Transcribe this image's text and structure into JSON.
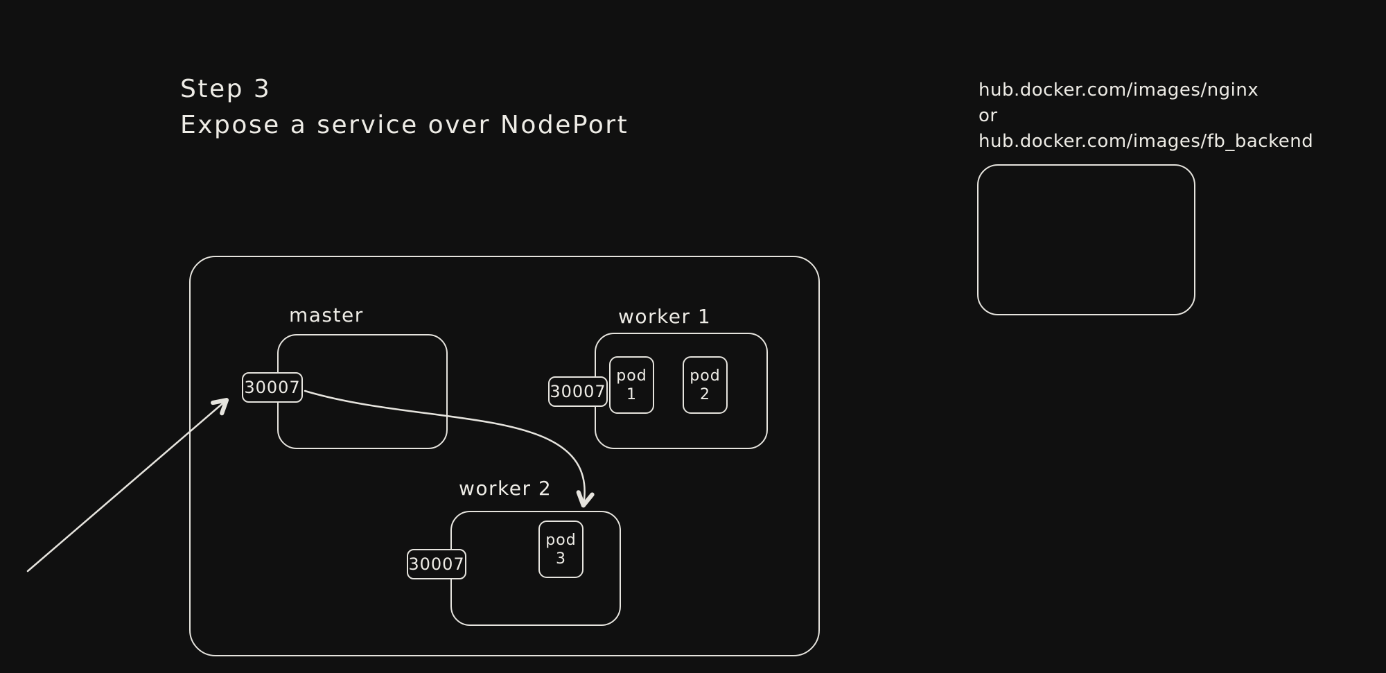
{
  "colors": {
    "background": "#101010",
    "stroke": "#e6e4de",
    "text": "#eeece6"
  },
  "title": {
    "line1": "Step 3",
    "line2": "Expose a service over NodePort"
  },
  "note": {
    "line1": "hub.docker.com/images/nginx",
    "line2": "or",
    "line3": "hub.docker.com/images/fb_backend"
  },
  "cluster": {
    "master": {
      "label": "master",
      "port": "30007"
    },
    "worker1": {
      "label": "worker 1",
      "port": "30007",
      "pods": [
        {
          "line1": "pod",
          "line2": "1"
        },
        {
          "line1": "pod",
          "line2": "2"
        }
      ]
    },
    "worker2": {
      "label": "worker 2",
      "port": "30007",
      "pods": [
        {
          "line1": "pod",
          "line2": "3"
        }
      ]
    }
  }
}
